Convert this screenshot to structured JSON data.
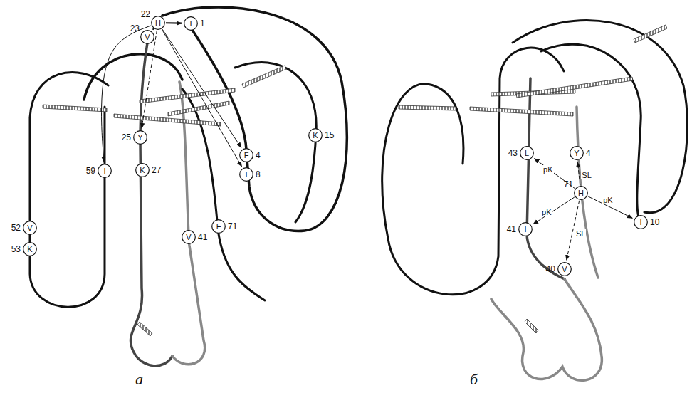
{
  "diagram": {
    "nodes": [
      {
        "text": [
          "H",
          "22"
        ]
      },
      {
        "text": [
          "V",
          "23"
        ]
      },
      {
        "text": [
          "I",
          "1"
        ]
      },
      {
        "text": [
          "F",
          "4"
        ]
      },
      {
        "text": [
          "I",
          "8"
        ]
      },
      {
        "text": [
          "K",
          "15"
        ]
      },
      {
        "text": [
          "Y",
          "25"
        ]
      },
      {
        "text": [
          "K",
          "27"
        ]
      },
      {
        "text": [
          "I",
          "59"
        ]
      },
      {
        "text": [
          "V",
          "52"
        ]
      },
      {
        "text": [
          "K",
          "53"
        ]
      },
      {
        "text": [
          "F",
          "71"
        ]
      },
      {
        "text": [
          "V",
          "41"
        ]
      },
      {
        "text": [
          "Y",
          "4"
        ]
      },
      {
        "text": [
          "L",
          "43"
        ]
      },
      {
        "text": [
          "H",
          "71"
        ]
      },
      {
        "text": [
          "I",
          "10"
        ]
      },
      {
        "text": [
          "I",
          "41"
        ]
      },
      {
        "text": [
          "V",
          "40"
        ]
      }
    ],
    "edges": [
      {
        "from": 0,
        "to": 1,
        "arrow": "to"
      },
      {
        "from": 0,
        "to": 2,
        "arrow": "to"
      },
      {
        "from": 0,
        "to": 3,
        "arrow": "to"
      },
      {
        "from": 0,
        "to": 4,
        "arrow": "to"
      },
      {
        "from": 0,
        "to": 6,
        "arrow": "to"
      },
      {
        "from": 0,
        "to": 8,
        "arrow": "to"
      },
      {
        "from": 15,
        "to": 14,
        "label": "pK",
        "arrow": "to"
      },
      {
        "from": 15,
        "to": 17,
        "label": "pK",
        "arrow": "to"
      },
      {
        "from": 15,
        "to": 16,
        "label": "pK",
        "arrow": "to"
      },
      {
        "from": 15,
        "to": 13,
        "label": "SL",
        "arrow": "to"
      },
      {
        "from": 15,
        "to": 18,
        "label": "SL",
        "arrow": "to"
      }
    ],
    "labels": [
      "а",
      "б"
    ]
  }
}
